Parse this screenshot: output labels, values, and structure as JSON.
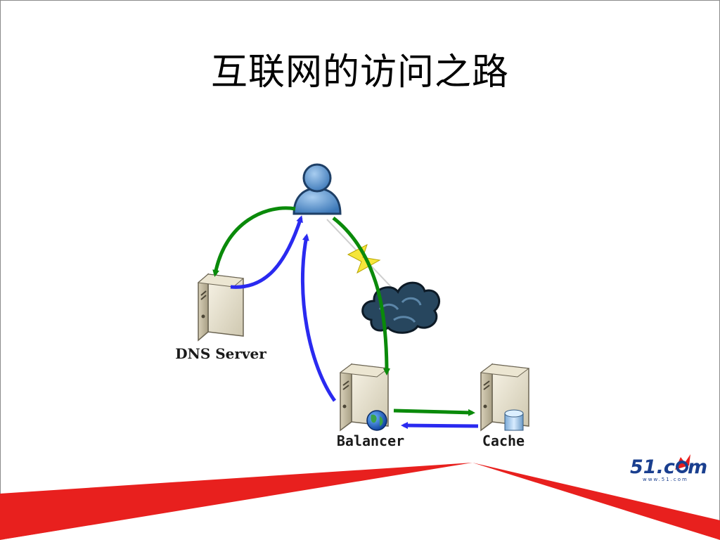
{
  "slide": {
    "title": "互联网的访问之路"
  },
  "diagram": {
    "nodes": {
      "dns": "DNS Server",
      "balancer": "Balancer",
      "cache": "Cache"
    },
    "colors": {
      "request_arrow": "#0a8a0a",
      "response_arrow": "#2a2af0",
      "accent_red": "#e8201e",
      "logo_blue": "#1a3f8f"
    }
  },
  "logo": {
    "text_left": "51.c",
    "text_right": "m",
    "url": "www.51.com"
  }
}
